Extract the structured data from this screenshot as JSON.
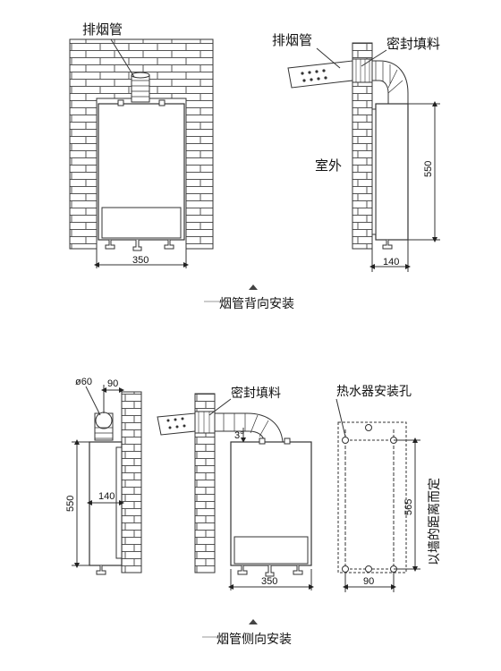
{
  "section_top": {
    "caption": "烟管背向安装",
    "front": {
      "pipe_label": "排烟管",
      "width_dim": "350"
    },
    "side": {
      "pipe_label": "排烟管",
      "seal_label": "密封填料",
      "outside_label": "室外",
      "height_dim": "550",
      "depth_dim": "140"
    }
  },
  "section_bottom": {
    "caption": "烟管侧向安装",
    "side": {
      "diameter_dim": "ø60",
      "offset_dim": "90",
      "depth_dim": "140",
      "height_dim": "550"
    },
    "front": {
      "seal_label": "密封填料",
      "angle_dim": "3°",
      "width_dim": "350"
    },
    "holes": {
      "title": "热水器安装孔",
      "height_dim": "565",
      "width_dim": "90",
      "wall_note": "以墙的距离而定"
    }
  }
}
